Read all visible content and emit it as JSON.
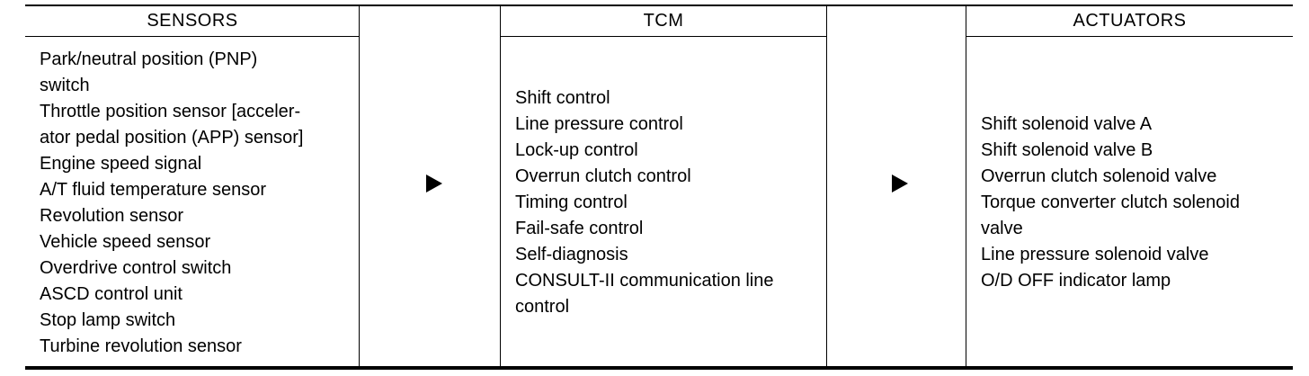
{
  "sensors": {
    "header": "SENSORS",
    "items": [
      "Park/neutral position (PNP)",
      "switch",
      "Throttle position sensor [acceler-",
      "ator pedal position (APP) sensor]",
      "Engine speed signal",
      "A/T fluid temperature sensor",
      "Revolution sensor",
      "Vehicle speed sensor",
      "Overdrive control switch",
      "ASCD control unit",
      "Stop lamp switch",
      "Turbine revolution sensor"
    ]
  },
  "tcm": {
    "header": "TCM",
    "items": [
      "Shift control",
      "Line pressure control",
      "Lock-up control",
      "Overrun clutch control",
      "Timing control",
      "Fail-safe control",
      "Self-diagnosis",
      "CONSULT-II communication line",
      "control"
    ]
  },
  "actuators": {
    "header": "ACTUATORS",
    "items": [
      "Shift solenoid valve A",
      "Shift solenoid valve B",
      "Overrun clutch solenoid valve",
      "Torque converter clutch solenoid",
      "valve",
      "Line pressure solenoid valve",
      "O/D OFF indicator lamp"
    ]
  },
  "icons": {
    "flow_arrow_1": "right-triangle-arrow",
    "flow_arrow_2": "right-triangle-arrow"
  }
}
